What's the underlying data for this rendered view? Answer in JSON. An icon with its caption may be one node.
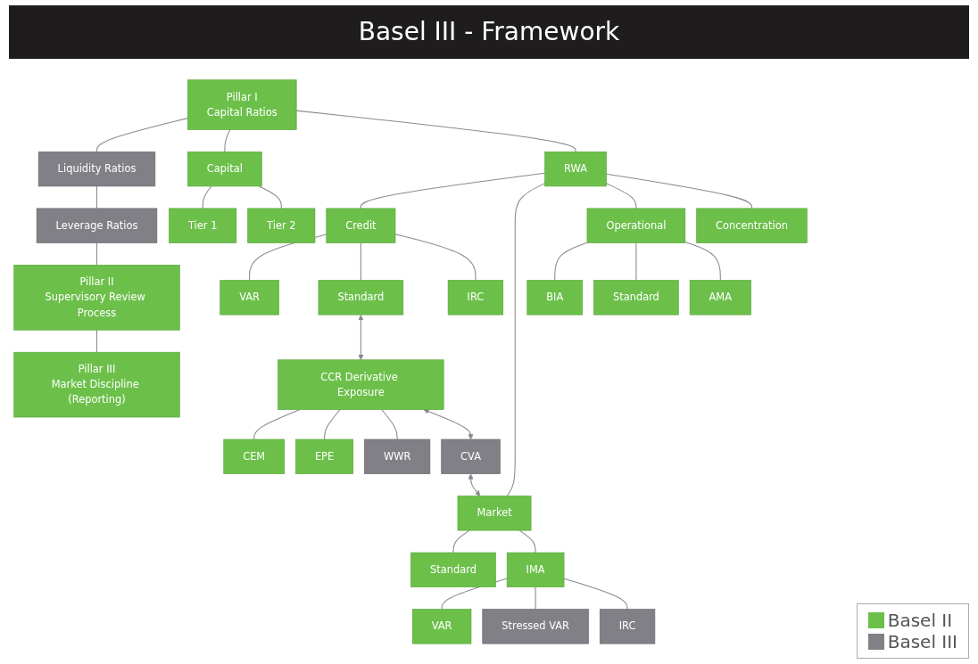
{
  "diagram": {
    "title": "Basel III - Framework",
    "nodes": [
      {
        "text": [
          "Pillar I",
          "Capital Ratios"
        ]
      },
      {
        "text": [
          "Liquidity Ratios"
        ]
      },
      {
        "text": [
          "Leverage Ratios"
        ]
      },
      {
        "text": [
          "Pillar II",
          "Supervisory Review Process"
        ]
      },
      {
        "text": [
          "Pillar III",
          "Market Discipline (Reporting)"
        ]
      },
      {
        "text": [
          "Capital"
        ]
      },
      {
        "text": [
          "RWA"
        ]
      },
      {
        "text": [
          "Tier 1"
        ]
      },
      {
        "text": [
          "Tier 2"
        ]
      },
      {
        "text": [
          "Credit"
        ]
      },
      {
        "text": [
          "Market"
        ]
      },
      {
        "text": [
          "Operational"
        ]
      },
      {
        "text": [
          "Concentration"
        ]
      },
      {
        "text": [
          "VAR"
        ]
      },
      {
        "text": [
          "Standard"
        ]
      },
      {
        "text": [
          "IRC"
        ]
      },
      {
        "text": [
          "CCR Derivative Exposure"
        ]
      },
      {
        "text": [
          "CEM"
        ]
      },
      {
        "text": [
          "EPE"
        ]
      },
      {
        "text": [
          "WWR"
        ]
      },
      {
        "text": [
          "CVA"
        ]
      },
      {
        "text": [
          "BIA"
        ]
      },
      {
        "text": [
          "Standard"
        ]
      },
      {
        "text": [
          "AMA"
        ]
      },
      {
        "text": [
          "Standard"
        ]
      },
      {
        "text": [
          "IMA"
        ]
      },
      {
        "text": [
          "VAR"
        ]
      },
      {
        "text": [
          "Stressed VAR"
        ]
      },
      {
        "text": [
          "IRC"
        ]
      }
    ],
    "edges": [
      {
        "from": 0,
        "to": 1,
        "arrow": "none"
      },
      {
        "from": 1,
        "to": 2,
        "arrow": "none"
      },
      {
        "from": 2,
        "to": 3,
        "arrow": "none"
      },
      {
        "from": 3,
        "to": 4,
        "arrow": "none"
      },
      {
        "from": 0,
        "to": 5,
        "arrow": "none"
      },
      {
        "from": 0,
        "to": 6,
        "arrow": "none"
      },
      {
        "from": 5,
        "to": 7,
        "arrow": "none"
      },
      {
        "from": 5,
        "to": 8,
        "arrow": "none"
      },
      {
        "from": 6,
        "to": 9,
        "arrow": "none"
      },
      {
        "from": 6,
        "to": 10,
        "arrow": "none"
      },
      {
        "from": 6,
        "to": 11,
        "arrow": "none"
      },
      {
        "from": 6,
        "to": 12,
        "arrow": "none"
      },
      {
        "from": 9,
        "to": 13,
        "arrow": "none"
      },
      {
        "from": 9,
        "to": 14,
        "arrow": "none"
      },
      {
        "from": 9,
        "to": 15,
        "arrow": "none"
      },
      {
        "from": 14,
        "to": 16,
        "arrow": "both"
      },
      {
        "from": 16,
        "to": 17,
        "arrow": "none"
      },
      {
        "from": 16,
        "to": 18,
        "arrow": "none"
      },
      {
        "from": 16,
        "to": 19,
        "arrow": "none"
      },
      {
        "from": 16,
        "to": 20,
        "arrow": "both"
      },
      {
        "from": 20,
        "to": 10,
        "arrow": "both"
      },
      {
        "from": 10,
        "to": 24,
        "arrow": "none"
      },
      {
        "from": 10,
        "to": 25,
        "arrow": "none"
      },
      {
        "from": 11,
        "to": 21,
        "arrow": "none"
      },
      {
        "from": 11,
        "to": 22,
        "arrow": "none"
      },
      {
        "from": 11,
        "to": 23,
        "arrow": "none"
      },
      {
        "from": 25,
        "to": 26,
        "arrow": "none"
      },
      {
        "from": 25,
        "to": 27,
        "arrow": "none"
      },
      {
        "from": 25,
        "to": 28,
        "arrow": "none"
      }
    ],
    "legend": [
      {
        "text": "Basel II",
        "color": "#6cc04a"
      },
      {
        "text": "Basel III",
        "color": "#808086"
      }
    ]
  }
}
